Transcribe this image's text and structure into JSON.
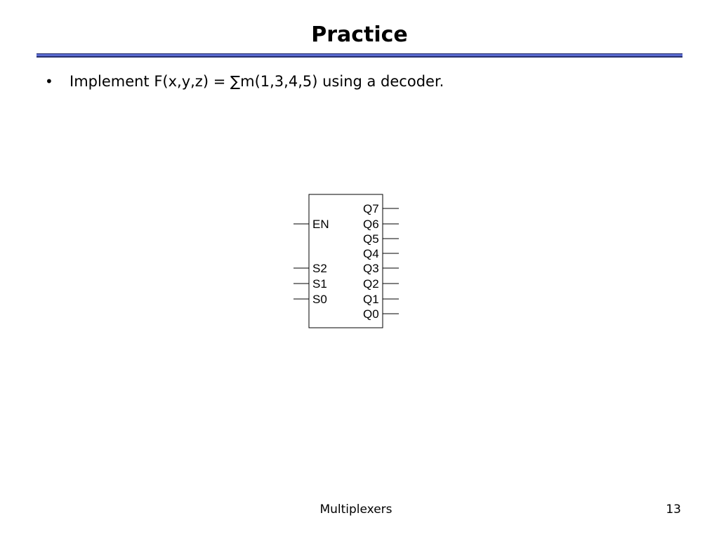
{
  "slide": {
    "title": "Practice",
    "bullet_symbol": "•",
    "bullet_text": "Implement F(x,y,z) = ∑m(1,3,4,5) using a decoder.",
    "footer_center": "Multiplexers",
    "page_number": "13"
  },
  "decoder": {
    "inputs": {
      "en": "EN",
      "s2": "S2",
      "s1": "S1",
      "s0": "S0"
    },
    "outputs": {
      "q7": "Q7",
      "q6": "Q6",
      "q5": "Q5",
      "q4": "Q4",
      "q3": "Q3",
      "q2": "Q2",
      "q1": "Q1",
      "q0": "Q0"
    }
  }
}
